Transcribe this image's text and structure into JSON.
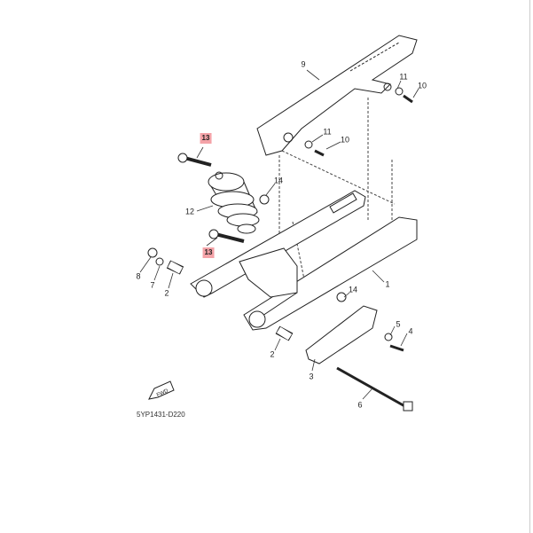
{
  "diagram": {
    "drawing_code": "5YP1431-D220",
    "fwd_arrow_text": "FWD",
    "highlight_color": "#f4a3a8",
    "callouts": [
      {
        "id": "c9",
        "text": "9"
      },
      {
        "id": "c11a",
        "text": "11"
      },
      {
        "id": "c10a",
        "text": "10"
      },
      {
        "id": "c11b",
        "text": "11"
      },
      {
        "id": "c10b",
        "text": "10"
      },
      {
        "id": "c13a",
        "text": "13",
        "highlighted": true
      },
      {
        "id": "c14a",
        "text": "14"
      },
      {
        "id": "c12",
        "text": "12"
      },
      {
        "id": "c13b",
        "text": "13",
        "highlighted": true
      },
      {
        "id": "c8",
        "text": "8"
      },
      {
        "id": "c7",
        "text": "7"
      },
      {
        "id": "c2a",
        "text": "2"
      },
      {
        "id": "c1",
        "text": "1"
      },
      {
        "id": "c14b",
        "text": "14"
      },
      {
        "id": "c5",
        "text": "5"
      },
      {
        "id": "c4",
        "text": "4"
      },
      {
        "id": "c2b",
        "text": "2"
      },
      {
        "id": "c3",
        "text": "3"
      },
      {
        "id": "c6",
        "text": "6"
      }
    ]
  }
}
